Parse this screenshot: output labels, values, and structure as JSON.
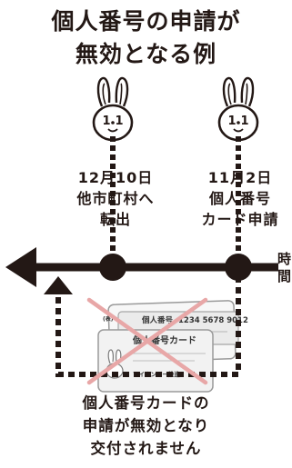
{
  "title": {
    "line1": "個人番号の申請が",
    "line2": "無効となる例"
  },
  "events": [
    {
      "date": "12月10日",
      "line2": "他市町村へ",
      "line3": "転出"
    },
    {
      "date": "11月2日",
      "line2": "個人番号",
      "line3": "カード申請"
    }
  ],
  "time_axis_label": {
    "char1": "時",
    "char2": "間"
  },
  "card": {
    "number_label": "個人番号",
    "number_value": "1234 5678 9012",
    "card_title": "個人番号カード",
    "mascot_caption": "マイナンバー推進"
  },
  "note": {
    "line1": "個人番号カードの",
    "line2": "申請が無効となり",
    "line3": "交付されません"
  },
  "colors": {
    "ink": "#231815",
    "cross": "#e8a7a7",
    "card_fill": "#f2f2f2",
    "card_stroke": "#9a9a9a"
  }
}
